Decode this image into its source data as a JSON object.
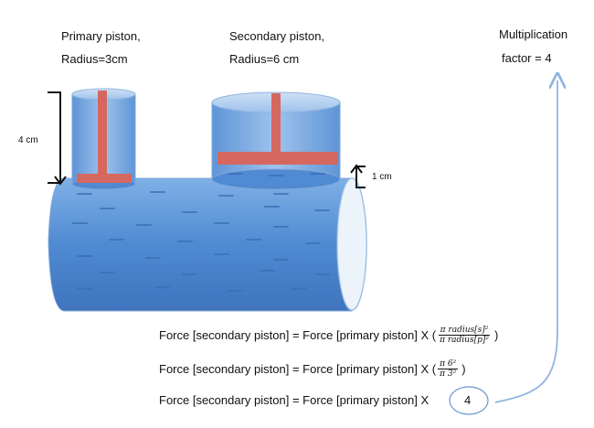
{
  "labels": {
    "primary_line1": "Primary piston,",
    "primary_line2": "Radius=3cm",
    "secondary_line1": "Secondary piston,",
    "secondary_line2": "Radius=6  cm",
    "mult_line1": "Multiplication",
    "mult_line2": "factor = 4",
    "height_primary": "4 cm",
    "height_secondary": "1 cm"
  },
  "equations": {
    "eq1_left": "Force [secondary piston] = Force [primary piston] X (",
    "eq1_num": "π  radius[s]²",
    "eq1_den": "π radius[p]²",
    "eq1_close": ")",
    "eq2_left": "Force [secondary piston] = Force [primary piston] X (",
    "eq2_num": "π 6²",
    "eq2_den": "π 3²",
    "eq2_close": ")",
    "eq3_left": "Force [secondary piston] = Force [primary piston] X",
    "eq3_value": "4"
  },
  "colors": {
    "fluid_light": "#a9c8ec",
    "fluid_dark": "#4a84cf",
    "piston": "#d6675f",
    "arrow": "#8fb4df"
  }
}
